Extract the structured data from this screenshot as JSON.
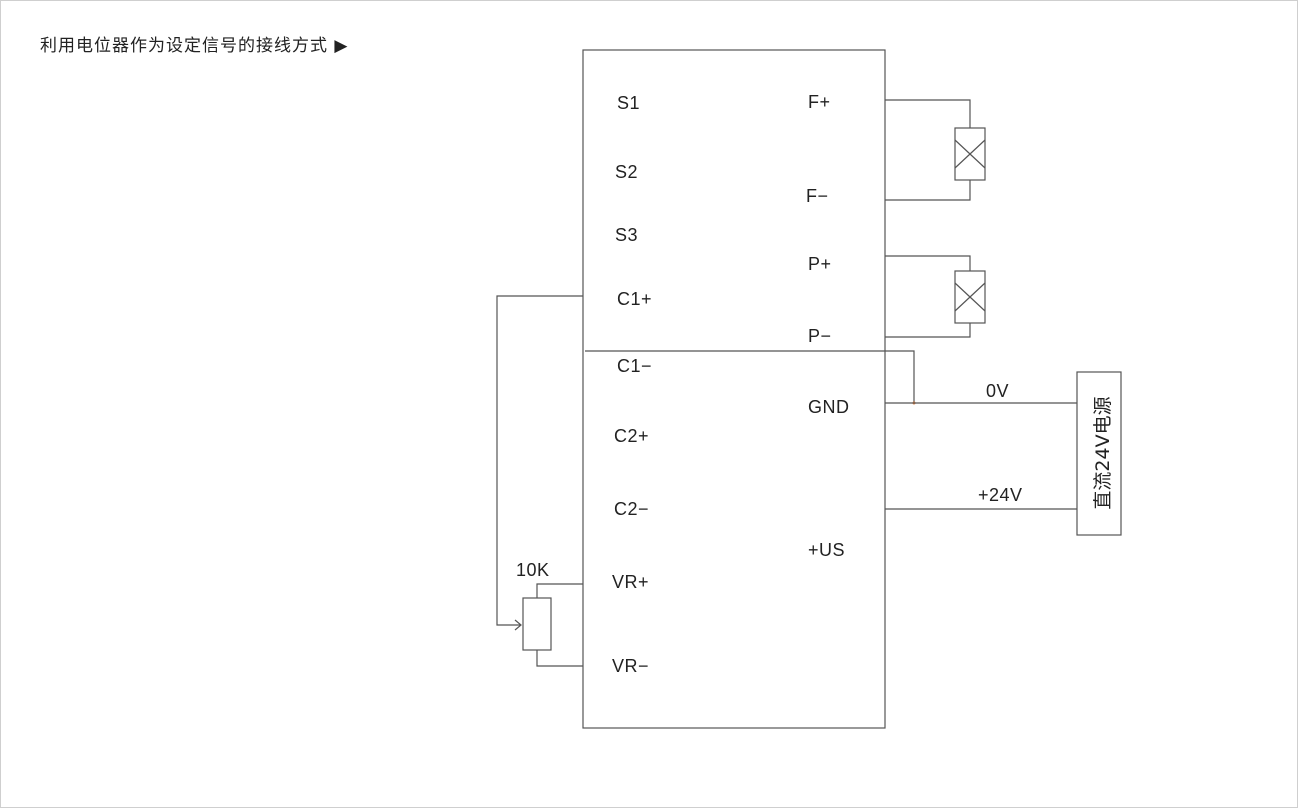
{
  "title": "利用电位器作为设定信号的接线方式 ▶",
  "terminals": {
    "left": [
      "S1",
      "S2",
      "S3",
      "C1+",
      "C1−",
      "C2+",
      "C2−",
      "VR+",
      "VR−"
    ],
    "right": [
      "F+",
      "F−",
      "P+",
      "P−",
      "GND",
      "+US"
    ]
  },
  "pot_label": "10K",
  "supply": {
    "label": "直流24V电源",
    "zero_v": "0V",
    "plus_24v": "+24V"
  },
  "colors": {
    "line": "#555555",
    "text": "#222222",
    "accent": "#e07b39"
  }
}
